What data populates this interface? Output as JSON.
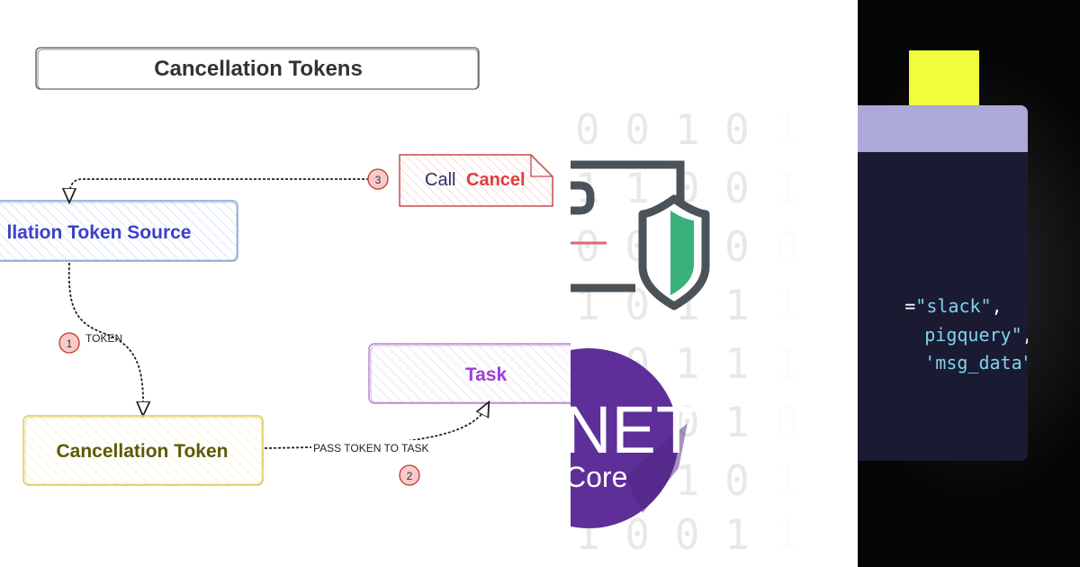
{
  "diagram": {
    "title": "Cancellation Tokens",
    "source_box_label": "llation Token Source",
    "token_box_label": "Cancellation Token",
    "task_box_label": "Task",
    "call_note_prefix": "Call",
    "call_note_emphasis": "Cancel",
    "step1_number": "1",
    "step1_label": "TOKEN",
    "step2_number": "2",
    "step2_label": "PASS TOKEN TO TASK",
    "step3_number": "3",
    "colors": {
      "source": "#3d3fc8",
      "token": "#5c5a08",
      "task": "#9b3fd6",
      "cancel": "#e43a3a",
      "step_badge": "#f8caca"
    }
  },
  "dotnet": {
    "logo_line1": "NET",
    "logo_line2": "Core",
    "shield_icon": "shield-icon",
    "logo_color": "#5e2f99"
  },
  "code": {
    "lines": [
      {
        "prefix": "=",
        "string": "\"slack\"",
        "suffix": ","
      },
      {
        "prefix": "",
        "string": "pigquery\"",
        "suffix": ","
      },
      {
        "prefix": "",
        "string": "'msg_data\"",
        "suffix": ")"
      }
    ]
  }
}
